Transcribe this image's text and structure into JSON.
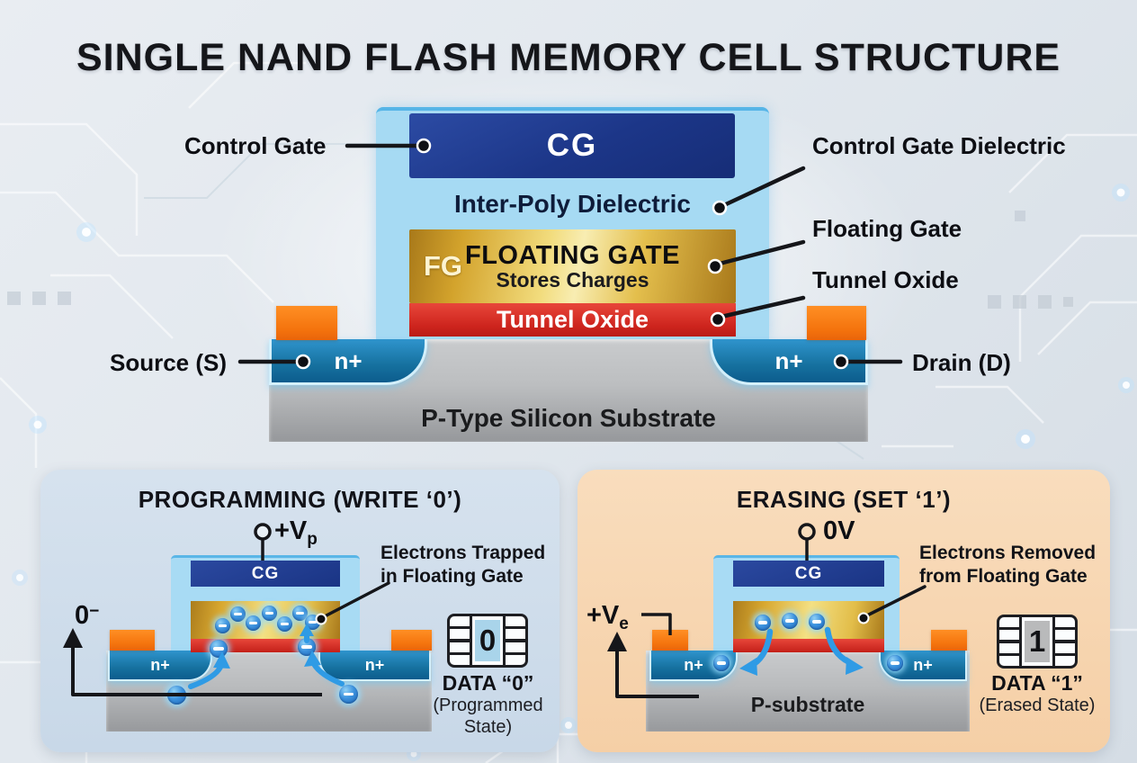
{
  "title": "SINGLE NAND FLASH MEMORY CELL STRUCTURE",
  "main_diagram": {
    "cg_label": "CG",
    "inter_poly_label": "Inter-Poly Dielectric",
    "fg_short_label": "FG",
    "fg_title": "FLOATING GATE",
    "fg_subtitle": "Stores Charges",
    "tunnel_oxide_label": "Tunnel Oxide",
    "substrate_label": "P-Type Silicon Substrate",
    "n_plus_left": "n+",
    "n_plus_right": "n+",
    "callouts": {
      "control_gate": "Control Gate",
      "control_gate_dielectric": "Control Gate Dielectric",
      "floating_gate": "Floating Gate",
      "tunnel_oxide": "Tunnel Oxide",
      "source": "Source (S)",
      "drain": "Drain (D)"
    }
  },
  "programming_panel": {
    "title": "PROGRAMMING (WRITE ‘0’)",
    "voltage_main": "+V",
    "voltage_sub": "p",
    "bulk_main": "0",
    "bulk_sup": "−",
    "cg_label": "CG",
    "n_plus_left": "n+",
    "n_plus_right": "n+",
    "annotation_line1": "Electrons Trapped",
    "annotation_line2": "in Floating Gate",
    "chip_digit": "0",
    "data_label": "DATA “0”",
    "state_label": "(Programmed State)"
  },
  "erasing_panel": {
    "title": "ERASING (SET ‘1’)",
    "voltage_top": "0V",
    "voltage_main": "+V",
    "voltage_sub": "e",
    "cg_label": "CG",
    "n_plus_left": "n+",
    "n_plus_right": "n+",
    "substrate_label": "P-substrate",
    "annotation_line1": "Electrons Removed",
    "annotation_line2": "from Floating Gate",
    "chip_digit": "1",
    "data_label": "DATA “1”",
    "state_label": "(Erased State)"
  },
  "colors": {
    "control_gate_blue": "#1c3688",
    "dielectric_light_blue": "#a6daf3",
    "floating_gate_gold": "#e2bd49",
    "tunnel_oxide_red": "#cd241d",
    "n_plus_blue": "#16719f",
    "contact_orange": "#f4730d",
    "substrate_gray": "#b5b7b9",
    "electron_blue": "#3c92de",
    "programming_panel_bg": "#cddcea",
    "erasing_panel_bg": "#f7d6b2",
    "chip_cell_blue": "#a9d4ea",
    "chip_cell_gray": "#b9babb",
    "callout_black": "#15161a"
  }
}
